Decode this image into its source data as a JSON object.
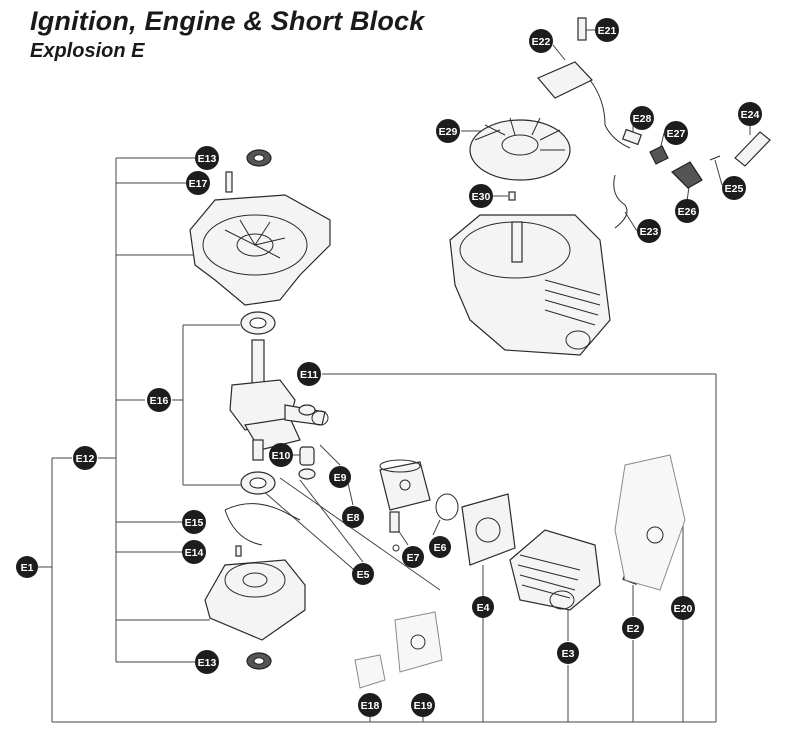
{
  "header": {
    "title": "Ignition, Engine & Short Block",
    "subtitle": "Explosion E"
  },
  "callouts": {
    "E1": "E1",
    "E2": "E2",
    "E3": "E3",
    "E4": "E4",
    "E5": "E5",
    "E6": "E6",
    "E7": "E7",
    "E8": "E8",
    "E9": "E9",
    "E10": "E10",
    "E11": "E11",
    "E12": "E12",
    "E13a": "E13",
    "E13b": "E13",
    "E14": "E14",
    "E15": "E15",
    "E16": "E16",
    "E17": "E17",
    "E18": "E18",
    "E19": "E19",
    "E20": "E20",
    "E21": "E21",
    "E22": "E22",
    "E23": "E23",
    "E24": "E24",
    "E25": "E25",
    "E26": "E26",
    "E27": "E27",
    "E28": "E28",
    "E29": "E29",
    "E30": "E30"
  }
}
